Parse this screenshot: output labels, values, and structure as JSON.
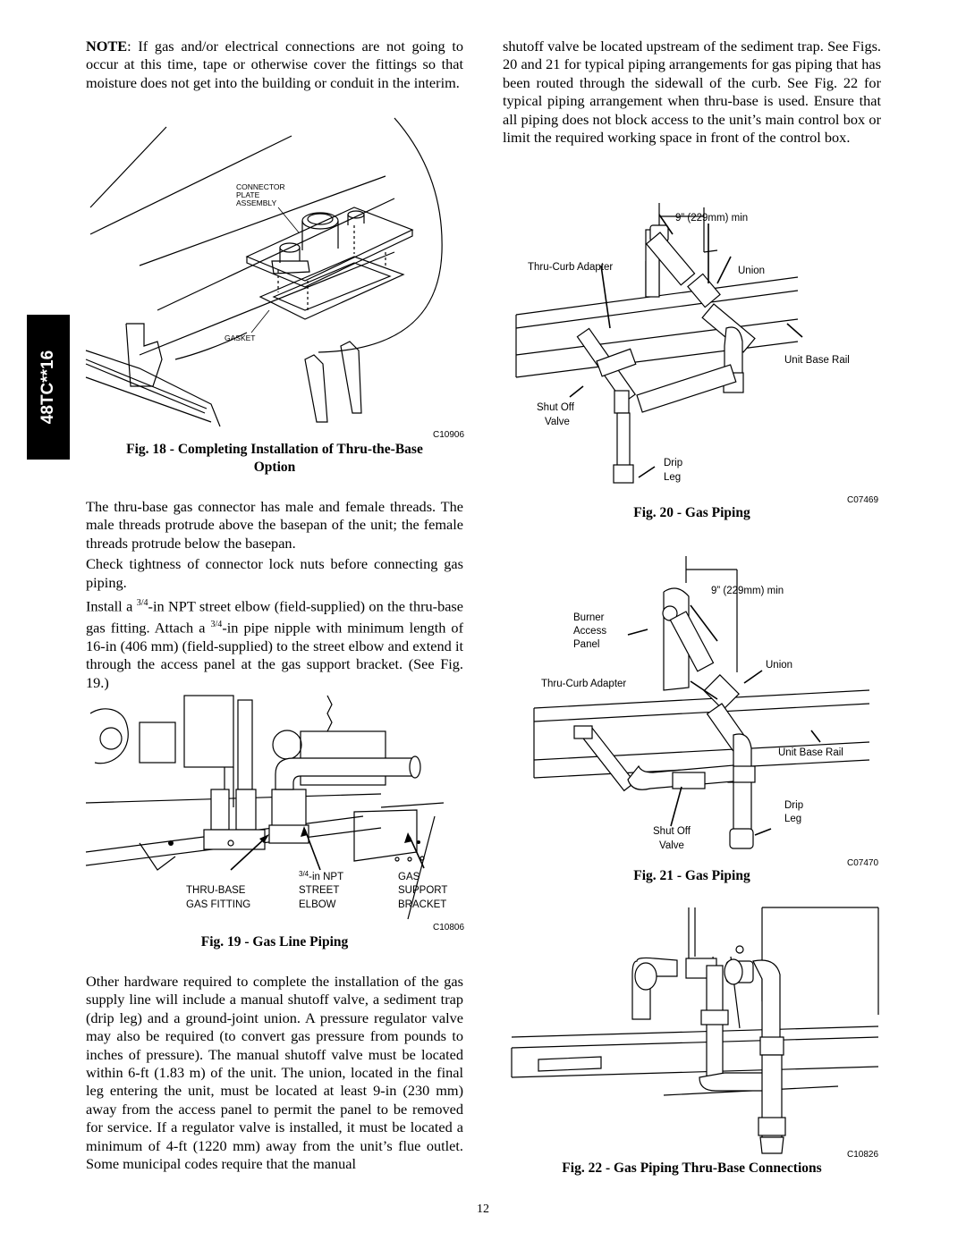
{
  "side_tab": "48TC**16",
  "left_col": {
    "note_label": "NOTE",
    "note_text": ":  If gas and/or electrical connections are not going to occur at this time, tape or otherwise cover the fittings so that moisture does not get into the building or conduit in the interim.",
    "p_thread": "The thru-base gas connector has male and female threads. The male threads protrude above the basepan of the unit; the female threads protrude below the basepan.",
    "p_check": "Check tightness of connector lock nuts before connecting gas piping.",
    "p_install_1": "Install a ",
    "p_install_frac": "3/4",
    "p_install_2": "-in NPT street elbow (field-supplied) on the thru-base gas fitting. Attach a ",
    "p_install_3": "-in pipe nipple with minimum length of 16-in (406 mm) (field-supplied) to the street elbow and extend it through the access panel at the gas support bracket. (See Fig. 19.)",
    "p_other": "Other hardware required to complete the installation of the gas supply line will include a manual shutoff valve, a sediment trap (drip leg) and a ground-joint union. A pressure regulator valve may also be required (to convert gas pressure from pounds to inches of pressure). The manual shutoff valve must be located within 6-ft (1.83 m) of the unit. The union, located in the final leg entering the unit, must be located at least 9-in (230 mm) away from the access panel to permit the panel to be removed for service. If a regulator valve is installed, it must be located a minimum of 4-ft (1220 mm) away from the unit’s flue outlet. Some municipal codes require that the manual"
  },
  "right_col": {
    "p_cont": "shutoff valve be located upstream of the sediment trap. See Figs. 20 and 21 for typical piping arrangements for gas piping that has been routed through the sidewall of the curb. See Fig. 22 for typical piping arrangement when thru-base is used. Ensure that all piping does not block access to the unit’s main control box or limit the required working space in front of the control box."
  },
  "fig18": {
    "caption_line1": "Fig. 18 - Completing Installation of Thru-the-Base",
    "caption_line2": "Option",
    "code": "C10906",
    "label_connector": [
      "CONNECTOR",
      "PLATE",
      "ASSEMBLY"
    ],
    "label_gasket": "GASKET"
  },
  "fig19": {
    "caption": "Fig. 19 - Gas Line Piping",
    "code": "C10806",
    "label_thru": [
      "THRU-BASE",
      "GAS FITTING"
    ],
    "label_npt_frac": "3/4",
    "label_npt_rest": "-in NPT",
    "label_street": [
      "STREET",
      "ELBOW"
    ],
    "label_gas": [
      "GAS",
      "SUPPORT",
      "BRACKET"
    ]
  },
  "fig20": {
    "caption": "Fig. 20 - Gas Piping",
    "code": "C07469",
    "label_min": "9” (229mm) min",
    "label_adapter": "Thru-Curb Adapter",
    "label_union": "Union",
    "label_rail": "Unit Base Rail",
    "label_shutoff": [
      "Shut Off",
      "Valve"
    ],
    "label_drip": [
      "Drip",
      "Leg"
    ]
  },
  "fig21": {
    "caption": "Fig. 21 - Gas Piping",
    "code": "C07470",
    "label_min": "9” (229mm) min",
    "label_burner": [
      "Burner",
      "Access",
      "Panel"
    ],
    "label_union": "Union",
    "label_adapter": "Thru-Curb Adapter",
    "label_rail": "Unit Base Rail",
    "label_drip": [
      "Drip",
      "Leg"
    ],
    "label_shutoff": [
      "Shut Off",
      "Valve"
    ]
  },
  "fig22": {
    "caption": "Fig. 22 - Gas Piping Thru-Base Connections",
    "code": "C10826"
  },
  "page_number": "12"
}
